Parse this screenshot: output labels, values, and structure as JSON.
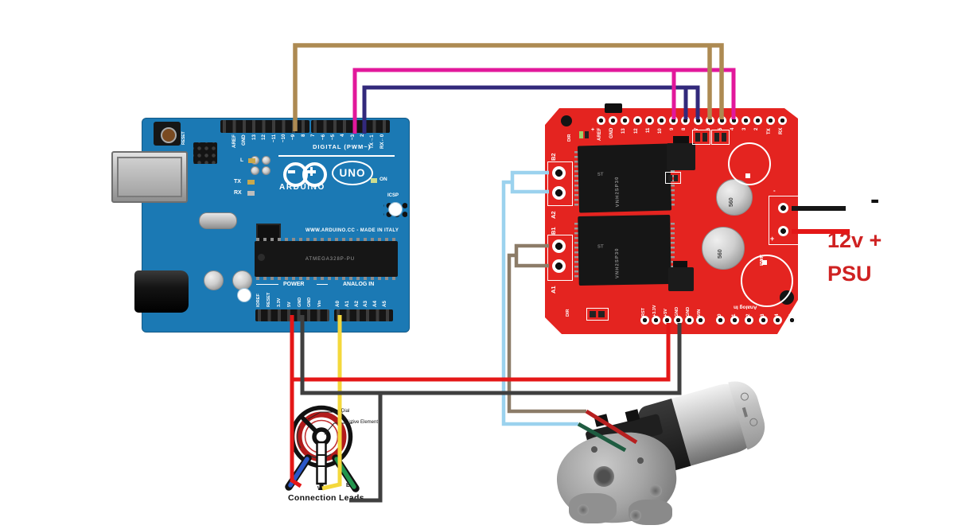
{
  "board_colors": {
    "arduino_pcb": "#1b79b4",
    "shield_pcb": "#e42420"
  },
  "wire_colors": {
    "tan": "#ad8a52",
    "magenta": "#e2189b",
    "navy": "#32297b",
    "red": "#e41717",
    "black": "#3f3f3f",
    "yellow": "#f4d83c",
    "light_blue": "#9bd2ee",
    "brown": "#8c7c68",
    "psu_black": "#161616",
    "motor_red": "#b71f1f",
    "motor_green": "#1f5c41",
    "pot_blue": "#2b57c8",
    "pot_green": "#23954d"
  },
  "arduino": {
    "brand": "ARDUINO",
    "model": "UNO",
    "digital_label": "DIGITAL (PWM~)",
    "digital_pins": [
      "AREF",
      "GND",
      "13",
      "12",
      "~11",
      "~10",
      "~9",
      "8",
      "7",
      "~6",
      "~5",
      "4",
      "~3",
      "2",
      "TX→1",
      "RX←0"
    ],
    "power_label": "POWER",
    "power_pins": [
      "IOREF",
      "RESET",
      "3.3V",
      "5V",
      "GND",
      "GND",
      "Vin"
    ],
    "analog_label": "ANALOG IN",
    "analog_pins": [
      "A0",
      "A1",
      "A2",
      "A3",
      "A4",
      "A5"
    ],
    "tx_label": "TX",
    "rx_label": "RX",
    "led_label": "L",
    "on_label": "ON",
    "icsp_label": "ICSP",
    "reset_label": "RESET",
    "made_in": "WWW.ARDUINO.CC - MADE IN ITALY",
    "mcu": "ATMEGA328P-PU"
  },
  "shield": {
    "top_pins": [
      "AREF",
      "GND",
      "13",
      "12",
      "11",
      "10",
      "9",
      "8",
      "7",
      "6",
      "5",
      "4",
      "3",
      "2",
      "TX",
      "RX"
    ],
    "bottom_pins": [
      "RST",
      "+3.3V",
      "+5V",
      "GND",
      "GND",
      "VIN"
    ],
    "analog_pins": [
      "0",
      "1",
      "2",
      "3",
      "4",
      "5"
    ],
    "analog_label": "Analog In",
    "terminals": [
      "B2",
      "A2",
      "B1",
      "A1"
    ],
    "driver_chip": "VNH2SP30",
    "chip_brand": "ST",
    "cap_value": "560",
    "dir_label": "DIR",
    "pwr_label": "PWR",
    "plus_mark": "+",
    "minus_mark": "-"
  },
  "pot": {
    "rotating_dial": "Rotating Dial",
    "resistive_element": "Resistive Element",
    "connection_leads": "Connection Leads",
    "wiper_label": "W",
    "b_label": "B"
  },
  "psu": {
    "minus": "-",
    "line1": "12v +",
    "line2": "PSU"
  }
}
